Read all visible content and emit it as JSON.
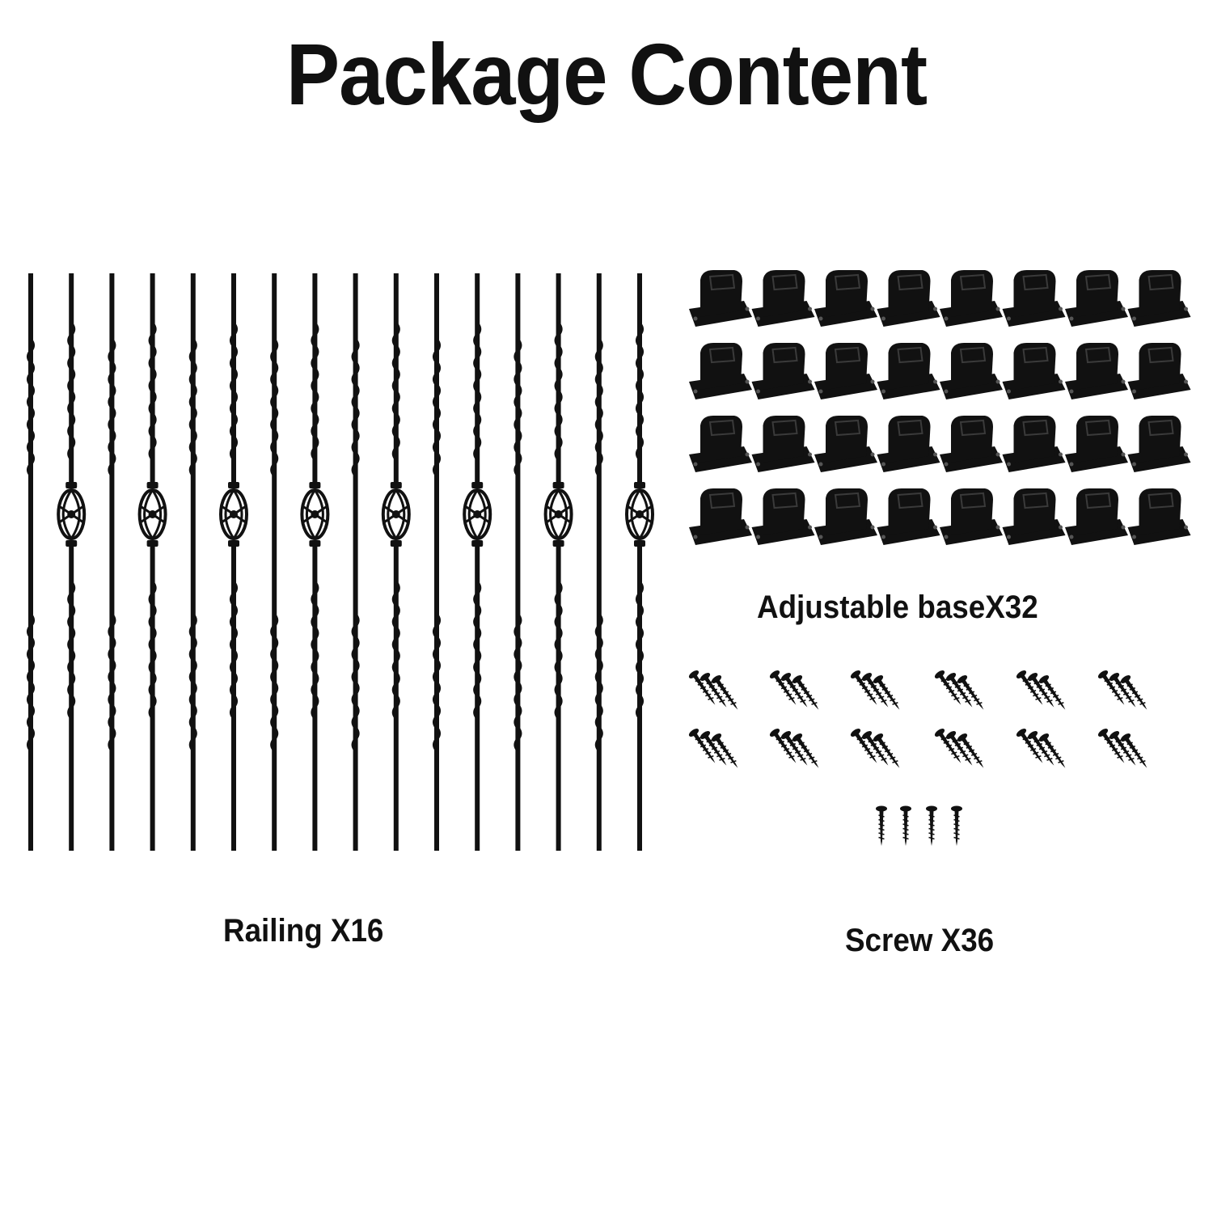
{
  "title": "Package Content",
  "items": {
    "railing": {
      "label": "Railing X16",
      "count": 16
    },
    "base": {
      "label": "Adjustable baseX32",
      "count": 32
    },
    "screw": {
      "label": "Screw X36",
      "count": 36
    }
  },
  "colors": {
    "product": "#111111",
    "background": "#ffffff"
  },
  "icons": {
    "railing": "baluster-icon",
    "base": "adjustable-base-icon",
    "screw": "screw-icon"
  }
}
